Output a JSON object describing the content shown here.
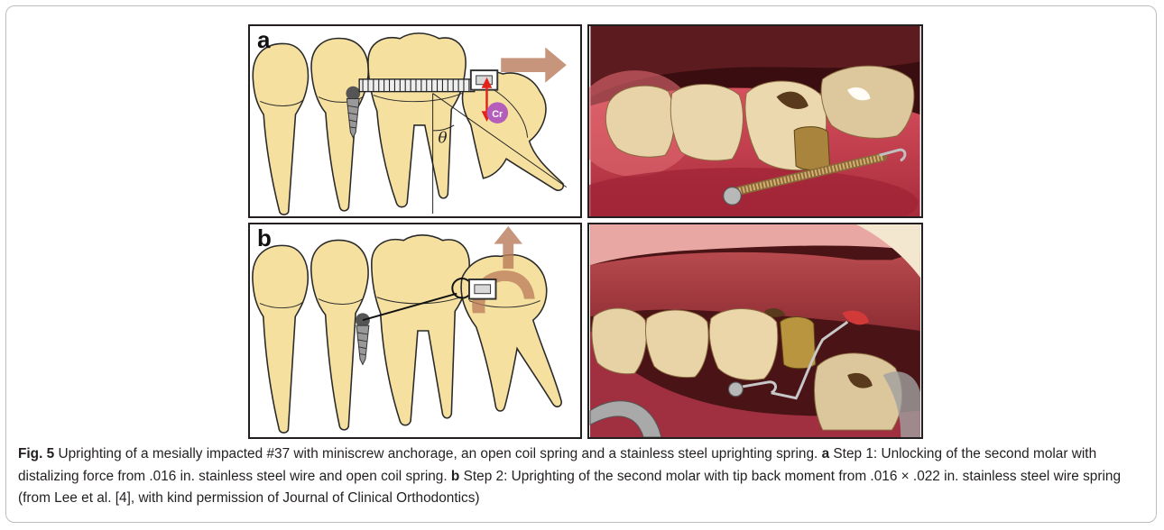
{
  "figure": {
    "panel_a_label": "a",
    "panel_b_label": "b",
    "center_of_resistance_label": "Cr",
    "angle_label": "θ"
  },
  "caption": {
    "fig_label": "Fig. 5",
    "text_1": " Uprighting of a mesially impacted #37 with miniscrew anchorage, an open coil spring and a stainless steel uprighting spring. ",
    "a_label": "a",
    "text_2": " Step 1: Unlocking of the second molar with distalizing force from .016 in. stainless steel wire and open coil spring. ",
    "b_label": "b",
    "text_3": " Step 2: Uprighting of the second molar with tip back moment from .016 × .022 in. stainless steel wire spring (from Lee et al. [4], with kind permission of Journal of Clinical Orthodontics)"
  },
  "colors": {
    "tooth_fill": "#f6e0a0",
    "tooth_shade": "#e9c36c",
    "crown_fill": "#fdf2cf",
    "arrow_brown": "#b97a5a",
    "force_red": "#e2231a",
    "cr_purple": "#b55dbb",
    "gum_pink": "#c24b5a"
  }
}
